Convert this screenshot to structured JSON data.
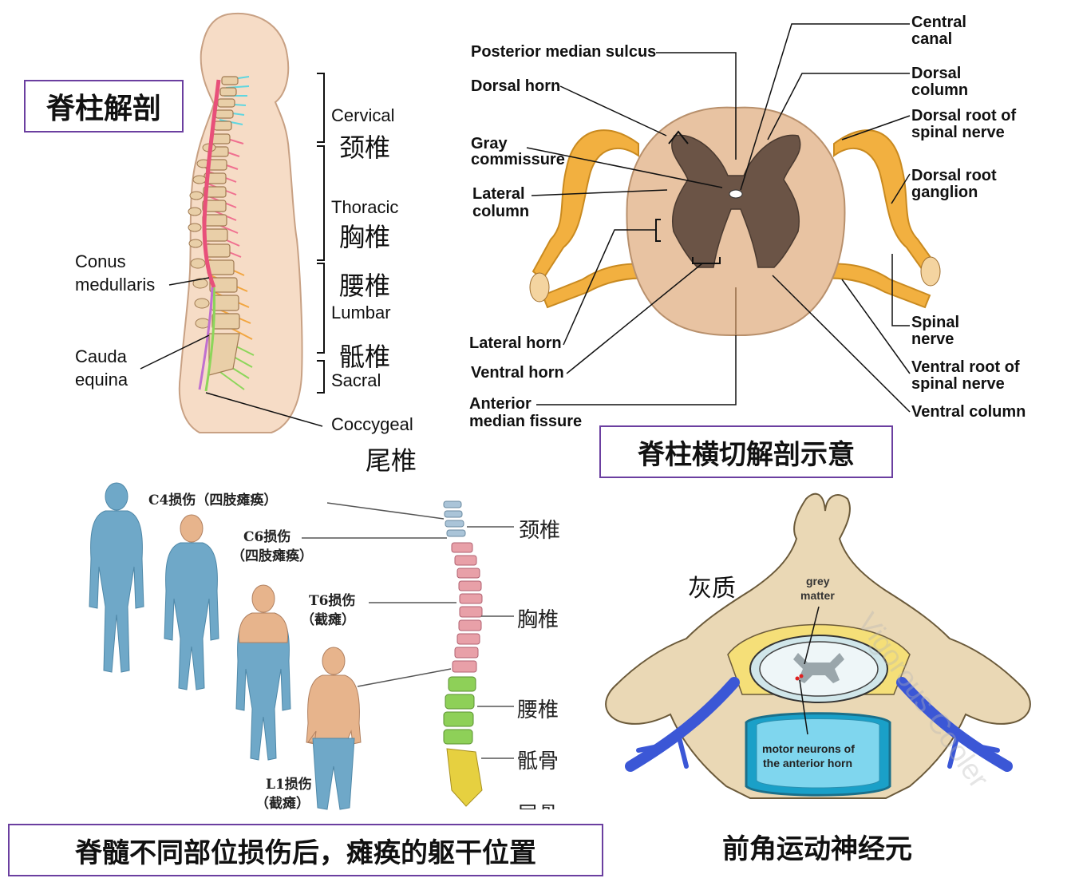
{
  "panel1": {
    "title": "脊柱解剖",
    "regions": [
      {
        "en": "Cervical",
        "cn": "颈椎"
      },
      {
        "en": "Thoracic",
        "cn": "胸椎"
      },
      {
        "en": "Lumbar",
        "cn": "腰椎"
      },
      {
        "en": "Sacral",
        "cn": "骶椎"
      },
      {
        "en": "Coccygeal",
        "cn": "尾椎"
      }
    ],
    "conus_line1": "Conus",
    "conus_line2": "medullaris",
    "cauda_line1": "Cauda",
    "cauda_line2": "equina"
  },
  "panel2": {
    "caption": "脊柱横切解剖示意",
    "labels": {
      "posterior_median_sulcus": "Posterior median sulcus",
      "dorsal_horn": "Dorsal horn",
      "gray_1": "Gray",
      "gray_2": "commissure",
      "lateral_col_1": "Lateral",
      "lateral_col_2": "column",
      "lateral_horn": "Lateral horn",
      "ventral_horn": "Ventral horn",
      "anterior_1": "Anterior",
      "anterior_2": "median fissure",
      "central_1": "Central",
      "central_2": "canal",
      "dorsal_col_1": "Dorsal",
      "dorsal_col_2": "column",
      "dorsal_root_1": "Dorsal root of",
      "dorsal_root_2": "spinal nerve",
      "ganglion_1": "Dorsal root",
      "ganglion_2": "ganglion",
      "spinal_nerve_1": "Spinal",
      "spinal_nerve_2": "nerve",
      "ventral_root_1": "Ventral root of",
      "ventral_root_2": "spinal nerve",
      "ventral_column": "Ventral column"
    }
  },
  "panel3": {
    "caption": "脊髓不同部位损伤后，瘫痪的躯干位置",
    "injuries": [
      {
        "level": "C4损伤（四肢瘫痪）"
      },
      {
        "level": "C6损伤",
        "sub": "（四肢瘫痪）"
      },
      {
        "level": "T6损伤",
        "sub": "（截瘫）"
      },
      {
        "level": "L1损伤",
        "sub": "（截瘫）"
      }
    ],
    "spine_labels": [
      "颈椎",
      "胸椎",
      "腰椎",
      "骶骨",
      "尾骨"
    ]
  },
  "panel4": {
    "grey_label": "灰质",
    "grey_matter_1": "grey",
    "grey_matter_2": "matter",
    "motor_1": "motor neurons of",
    "motor_2": "the anterior horn",
    "watermark": "Vigorous Cooler",
    "caption": "前角运动神经元"
  },
  "colors": {
    "box_border": "#6b3fa0",
    "skin": "#f6dcc6",
    "nerve_orange": "#f0a830",
    "gray_matter": "#6b5446",
    "white_matter": "#e8c3a2",
    "body_blue": "#6fa8c8",
    "bone": "#ead8b5",
    "vein_blue": "#3b57d6"
  }
}
